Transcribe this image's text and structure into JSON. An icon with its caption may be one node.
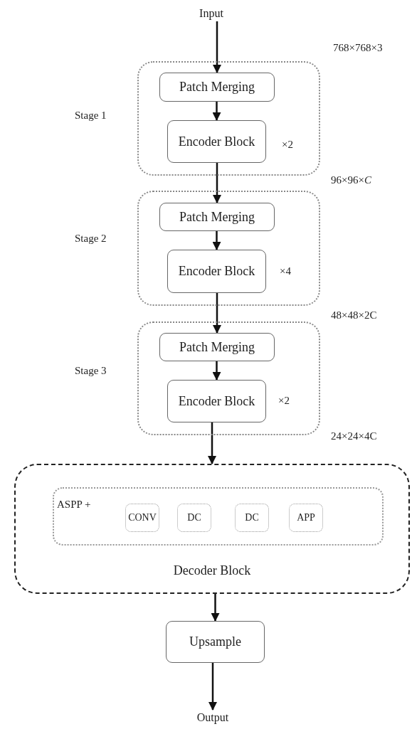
{
  "diagram": {
    "nodes": [
      {
        "text": [
          "Input"
        ]
      },
      {
        "text": [
          "Stage 1"
        ]
      },
      {
        "text": [
          "Patch Merging"
        ],
        "in": 1
      },
      {
        "text": [
          "Encoder Block"
        ],
        "in": 1,
        "beside": [
          "×2"
        ]
      },
      {
        "text": [
          "Stage 2"
        ]
      },
      {
        "text": [
          "Patch Merging"
        ],
        "in": 4
      },
      {
        "text": [
          "Encoder Block"
        ],
        "in": 4,
        "beside": [
          "×4"
        ]
      },
      {
        "text": [
          "Stage 3"
        ]
      },
      {
        "text": [
          "Patch Merging"
        ],
        "in": 7
      },
      {
        "text": [
          "Encoder Block"
        ],
        "in": 7,
        "beside": [
          "×2"
        ]
      },
      {
        "text": [
          "Decoder Block"
        ]
      },
      {
        "text": [
          "ASPP +"
        ],
        "in": 10
      },
      {
        "text": [
          "CONV"
        ],
        "in": 11
      },
      {
        "text": [
          "DC"
        ],
        "in": 11
      },
      {
        "text": [
          "DC"
        ],
        "in": 11
      },
      {
        "text": [
          "APP"
        ],
        "in": 11
      },
      {
        "text": [
          "Upsample"
        ]
      },
      {
        "text": [
          "Output"
        ]
      }
    ],
    "edges": [
      {
        "from": 0,
        "to": 2,
        "arrow": "to"
      },
      {
        "from": 2,
        "to": 3,
        "arrow": "to"
      },
      {
        "from": 3,
        "to": 5,
        "arrow": "to"
      },
      {
        "from": 5,
        "to": 6,
        "arrow": "to"
      },
      {
        "from": 6,
        "to": 8,
        "arrow": "to"
      },
      {
        "from": 8,
        "to": 9,
        "arrow": "to"
      },
      {
        "from": 9,
        "to": 10,
        "arrow": "to"
      },
      {
        "from": 10,
        "to": 16,
        "arrow": "to"
      },
      {
        "from": 16,
        "to": 17,
        "arrow": "to"
      }
    ],
    "labels": [
      "768×768×3",
      "96×96×*C*",
      "48×48×2C",
      "24×24×4C"
    ]
  }
}
